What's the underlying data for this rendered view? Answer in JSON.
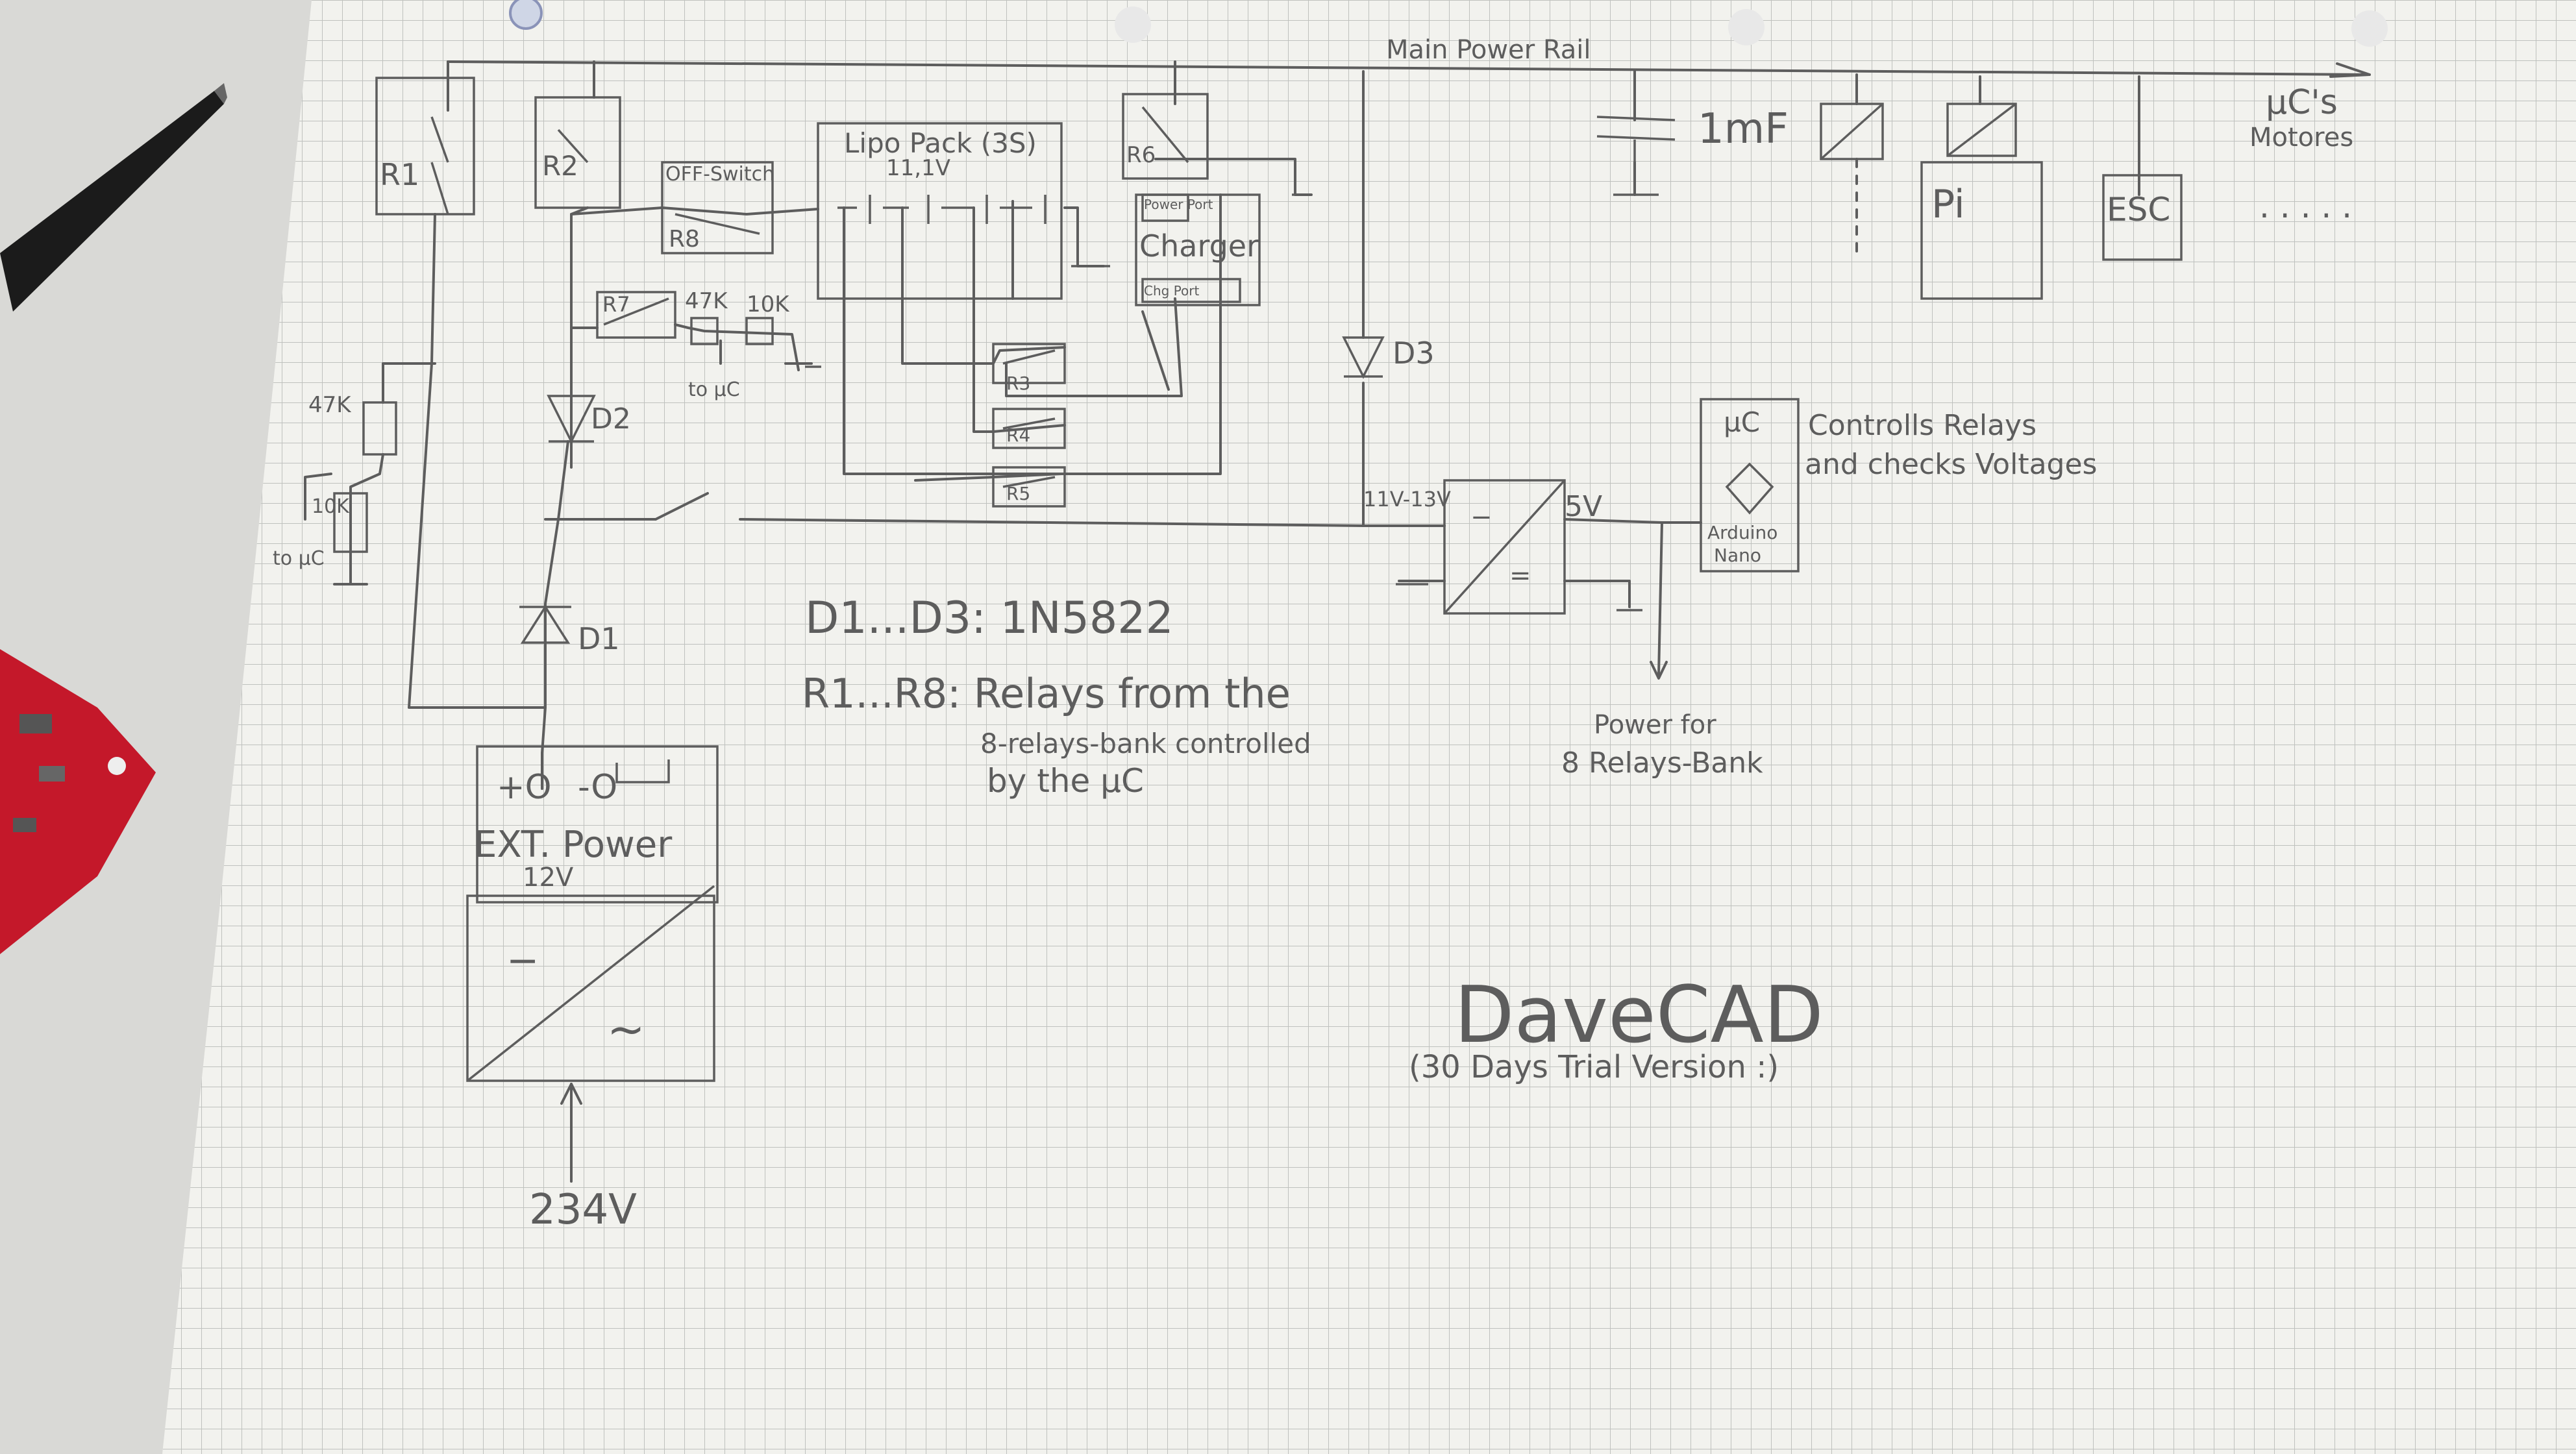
{
  "labels": {
    "main_rail": "Main Power Rail",
    "r1": "R1",
    "r2": "R2",
    "off_switch": "OFF-Switch",
    "r8": "R8",
    "lipo_title": "Lipo Pack (3S)",
    "lipo_voltage": "11,1V",
    "r6": "R6",
    "power_port": "Power Port",
    "charger": "Charger",
    "chg_port": "Chg Port",
    "r7": "R7",
    "res_47k_top": "47K",
    "res_10k_top": "10K",
    "to_uc_top": "to µC",
    "res_47k_left": "47K",
    "res_10k_left": "10K",
    "to_uc_left": "to µC",
    "d2": "D2",
    "r3": "R3",
    "r4": "R4",
    "r5": "R5",
    "d1": "D1",
    "d3": "D3",
    "cap": "1mF",
    "pi": "Pi",
    "esc": "ESC",
    "ucs_motores": "µC's",
    "motores": "Motores",
    "dots": ". . . . .",
    "in_range": "11V-13V",
    "out_5v": "5V",
    "uc": "µC",
    "arduino": "Arduino",
    "nano": "Nano",
    "uc_note_1": "Controlls Relays",
    "uc_note_2": "and checks Voltages",
    "relay_power_1": "Power for",
    "relay_power_2": "8 Relays-Bank",
    "diode_note": "D1...D3: 1N5822",
    "relay_note_1": "R1...R8: Relays from the",
    "relay_note_2": "8-relays-bank controlled",
    "relay_note_3": "by the µC",
    "ext_plus": "+O",
    "ext_minus": "-O",
    "ext_title": "EXT. Power",
    "ext_voltage": "12V",
    "ext_minus_sym": "−",
    "ext_ac_sym": "~",
    "mains": "234V",
    "dc_minus": "−",
    "dc_plus": "=",
    "brand": "DaveCAD",
    "brand_sub": "(30 Days Trial Version :)"
  },
  "colors": {
    "paper": "#f2f2ee",
    "grid": "#b9bcb9",
    "pencil": "#5d5d5d",
    "desk": "#d9d9d6",
    "board": "#c4182a"
  }
}
